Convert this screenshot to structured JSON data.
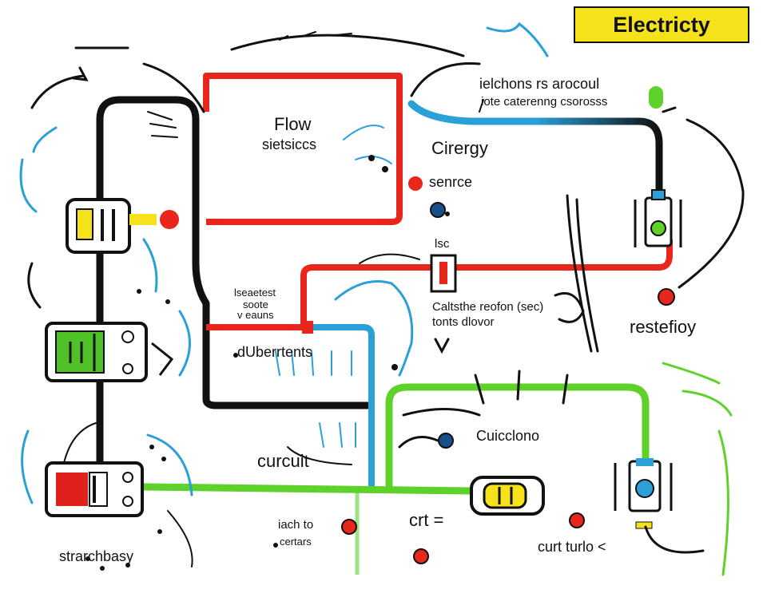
{
  "title": "Electricty",
  "labels": {
    "flow": "Flow",
    "flow_sub": "sietsiccs",
    "cirergy": "Cirergy",
    "senrce": "senrce",
    "top_right_1": "ielchons rs arocoul",
    "top_right_2": "iote caterenng csorosss",
    "box_label": "lsc",
    "callout_1": "Caltsthe reofon (sec)",
    "callout_2": "tonts dlovor",
    "restefioy": "restefioy",
    "small_1": "lseaetest",
    "small_2": "soote",
    "small_3": "v eauns",
    "duberrtt": "dUberrtents",
    "curcuit": "curcuit",
    "cuicclono": "Cuicclono",
    "crt": "crt =",
    "curt_turlo": "curt turlo <",
    "lach_to": "iach to",
    "certars": "certars",
    "strarchbasy": "strarchbasy"
  },
  "colors": {
    "title_bg": "#f4e21b",
    "wire_red": "#e8261c",
    "wire_blue": "#2a9fd8",
    "wire_green": "#5ed12a",
    "wire_black": "#111111",
    "battery_green": "#4fc22a",
    "battery_red": "#e0201a",
    "bulb_yellow": "#f5e21a"
  },
  "icons": [
    "battery-icon",
    "switch-icon",
    "resistor-icon",
    "capacitor-icon",
    "meter-icon",
    "plug-icon"
  ]
}
